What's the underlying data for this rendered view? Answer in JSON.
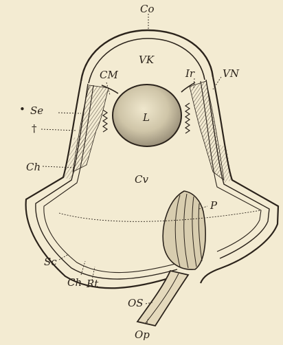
{
  "figure": {
    "background": "#f3ebd2",
    "ink": "#2b231b",
    "labels": {
      "co": "Co",
      "vk": "VK",
      "cm": "CM",
      "ir": "Ir",
      "vn": "VN",
      "se": "Se",
      "dagger": "†",
      "bullet": "•",
      "l": "L",
      "ch_upper": "Ch",
      "cv": "Cv",
      "p": "P",
      "sc": "Sc",
      "ch_lower": "Ch",
      "rt": "Rt",
      "os": "OS",
      "op": "Op"
    }
  }
}
